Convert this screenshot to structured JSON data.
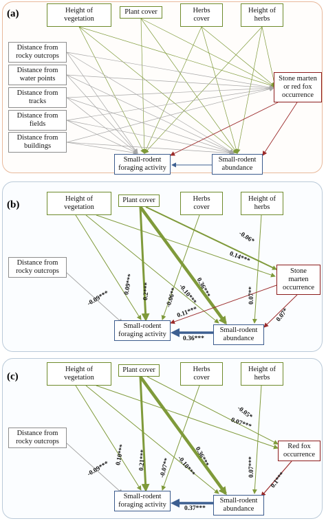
{
  "panels": {
    "a": {
      "label": "(a)",
      "nodes": {
        "height_veg": "Height of\nvegetation",
        "plant_cover": "Plant cover",
        "herbs_cover": "Herbs\ncover",
        "height_herbs": "Height of\nherbs",
        "dist_rocky": "Distance from\nrocky outcrops",
        "dist_water": "Distance from\nwater points",
        "dist_tracks": "Distance from\ntracks",
        "dist_fields": "Distance from\nfields",
        "dist_buildings": "Distance from\nbuildings",
        "predator": "Stone marten\nor red fox\noccurrence",
        "foraging": "Small-rodent\nforaging activity",
        "abundance": "Small-rodent\nabundance"
      }
    },
    "b": {
      "label": "(b)",
      "nodes": {
        "height_veg": "Height of\nvegetation",
        "plant_cover": "Plant cover",
        "herbs_cover": "Herbs\ncover",
        "height_herbs": "Height of\nherbs",
        "dist_rocky": "Distance from\nrocky outcrops",
        "predator": "Stone\nmarten\noccurrence",
        "foraging": "Small-rodent\nforaging activity",
        "abundance": "Small-rodent\nabundance"
      },
      "coefficients": {
        "c1": "-0.06*",
        "c2": "0.14***",
        "c3": "0.09***",
        "c4": "0.2***",
        "c5": "-0.06**",
        "c6": "-0.10***",
        "c7": "0.36***",
        "c8": "0.07**",
        "c9": "-0.09***",
        "c10": "0.11***",
        "c11": "0.07*",
        "c12": "0.36***"
      }
    },
    "c": {
      "label": "(c)",
      "nodes": {
        "height_veg": "Height of\nvegetation",
        "plant_cover": "Plant cover",
        "herbs_cover": "Herbs\ncover",
        "height_herbs": "Height of\nherbs",
        "dist_rocky": "Distance from\nrocky outcrops",
        "predator": "Red fox\noccurrence",
        "foraging": "Small-rodent\nforaging activity",
        "abundance": "Small-rodent\nabundance"
      },
      "coefficients": {
        "c1": "-0.05*",
        "c2": "0.07***",
        "c3": "0.10***",
        "c4": "0.21***",
        "c5": "-0.07**",
        "c6": "-0.10***",
        "c7": "0.36***",
        "c8": "0.07***",
        "c9": "-0.09***",
        "c10": "0.1***",
        "c12": "0.37***"
      }
    }
  },
  "colors": {
    "habitat_edge": "#7f9a3a",
    "distance_edge": "#a6a6a6",
    "predator_edge": "#9b2a2a",
    "rodent_edge": "#3d5f91",
    "panel_a_border": "#e8b89a",
    "panel_bc_border": "#b9c9d8"
  }
}
